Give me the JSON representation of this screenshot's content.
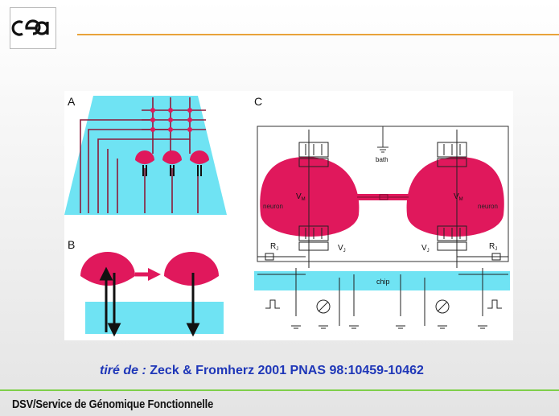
{
  "header": {
    "logo_text": "cea",
    "colors": {
      "rule": "#e8a33a"
    }
  },
  "figure": {
    "panel_labels": [
      "A",
      "B",
      "C"
    ],
    "labels": {
      "bath": "bath",
      "neuron_left": "neuron",
      "neuron_right": "neuron",
      "vm_left": "V",
      "vm_left_sub": "M",
      "vm_right": "V",
      "vm_right_sub": "M",
      "vj_left": "V",
      "vj_left_sub": "J",
      "vj_right": "V",
      "vj_right_sub": "J",
      "rj_left": "R",
      "rj_left_sub": "J",
      "rj_right": "R",
      "rj_right_sub": "J",
      "chip": "chip"
    },
    "colors": {
      "neuron": "#e0185c",
      "substrate": "#6fe3f3",
      "wire": "#8b1a3a"
    }
  },
  "citation": {
    "lead": "tiré de :",
    "text": "Zeck & Fromherz 2001 PNAS 98:10459-10462"
  },
  "footer": {
    "text": "DSV/Service de Génomique Fonctionnelle",
    "colors": {
      "rule": "#7fcf4a"
    }
  }
}
